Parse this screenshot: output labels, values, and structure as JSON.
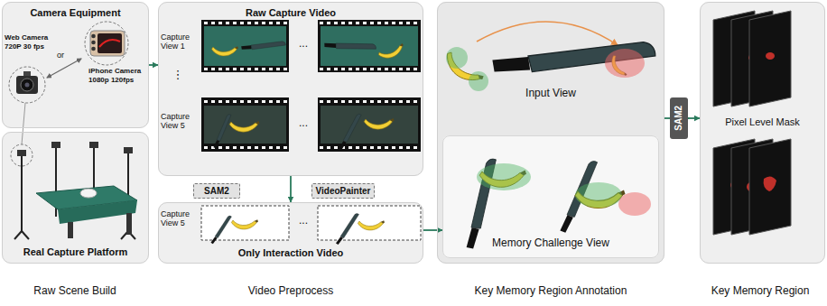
{
  "diagram": {
    "nodes": [
      {
        "text": [
          "Camera Equipment"
        ]
      },
      {
        "text": [
          "Real Capture Platform"
        ]
      },
      {
        "text": [
          "Raw Capture Video"
        ]
      },
      {
        "text": [
          "SAM2"
        ]
      },
      {
        "text": [
          "VideoPainter"
        ]
      },
      {
        "text": [
          "Only Interaction Video"
        ]
      },
      {
        "text": [
          "Input View"
        ]
      },
      {
        "text": [
          "Memory Challenge View"
        ],
        "in": 6
      },
      {
        "text": [
          "SAM2"
        ]
      },
      {
        "text": [
          "Pixel Level Mask"
        ]
      }
    ],
    "edges": [
      {
        "from": 0,
        "to": 2,
        "arrow": "to"
      },
      {
        "from": 2,
        "to": 5,
        "arrow": "to"
      },
      {
        "from": 5,
        "to": 7,
        "arrow": "to"
      },
      {
        "from": 6,
        "to": 8,
        "arrow": "none"
      },
      {
        "from": 8,
        "to": 9,
        "arrow": "to"
      }
    ],
    "labels": [
      "Web Camera",
      "720P 30 fps",
      "or",
      "iPhone Camera",
      "1080p 120fps",
      "Capture View 1",
      "⋮",
      "Capture View 5",
      "...",
      "...",
      "Capture View 5",
      "...",
      "Raw Scene Build",
      "Video Preprocess",
      "Key Memory Region Annotation",
      "Key Memory Region"
    ]
  }
}
